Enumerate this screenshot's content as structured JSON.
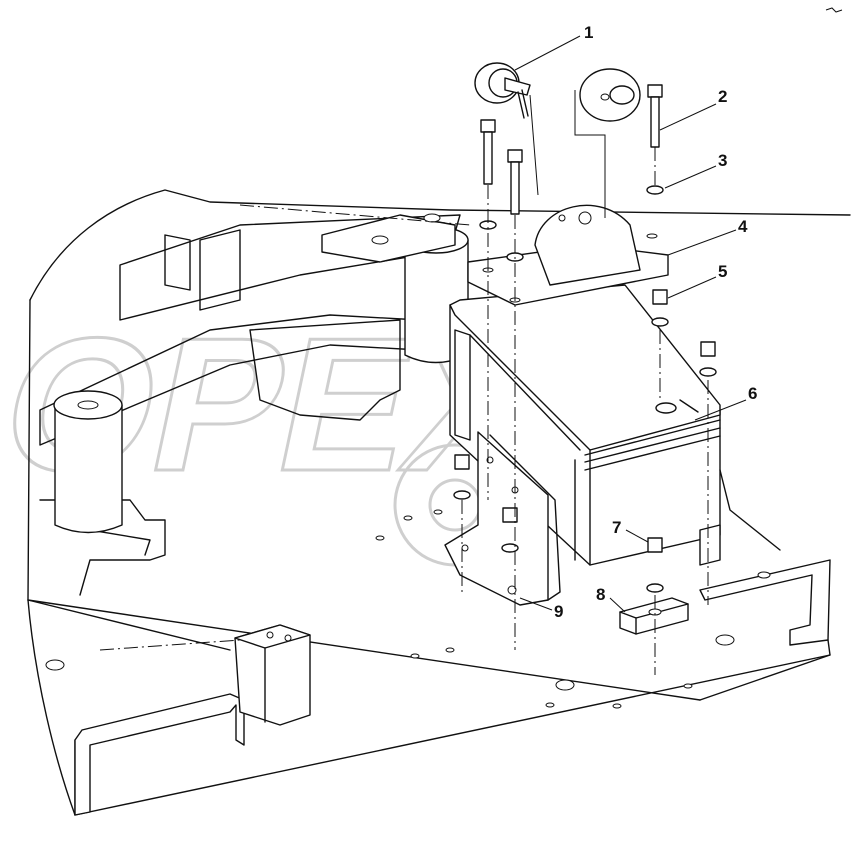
{
  "watermark": {
    "text": "OPEX"
  },
  "callouts": [
    {
      "id": "c1",
      "label": "1"
    },
    {
      "id": "c2",
      "label": "2"
    },
    {
      "id": "c3",
      "label": "3"
    },
    {
      "id": "c4",
      "label": "4"
    },
    {
      "id": "c5",
      "label": "5"
    },
    {
      "id": "c6",
      "label": "6"
    },
    {
      "id": "c7",
      "label": "7"
    },
    {
      "id": "c8",
      "label": "8"
    },
    {
      "id": "c9",
      "label": "9"
    }
  ],
  "colors": {
    "line": "#111111",
    "watermark": "#cfcfcf",
    "background": "#ffffff"
  }
}
